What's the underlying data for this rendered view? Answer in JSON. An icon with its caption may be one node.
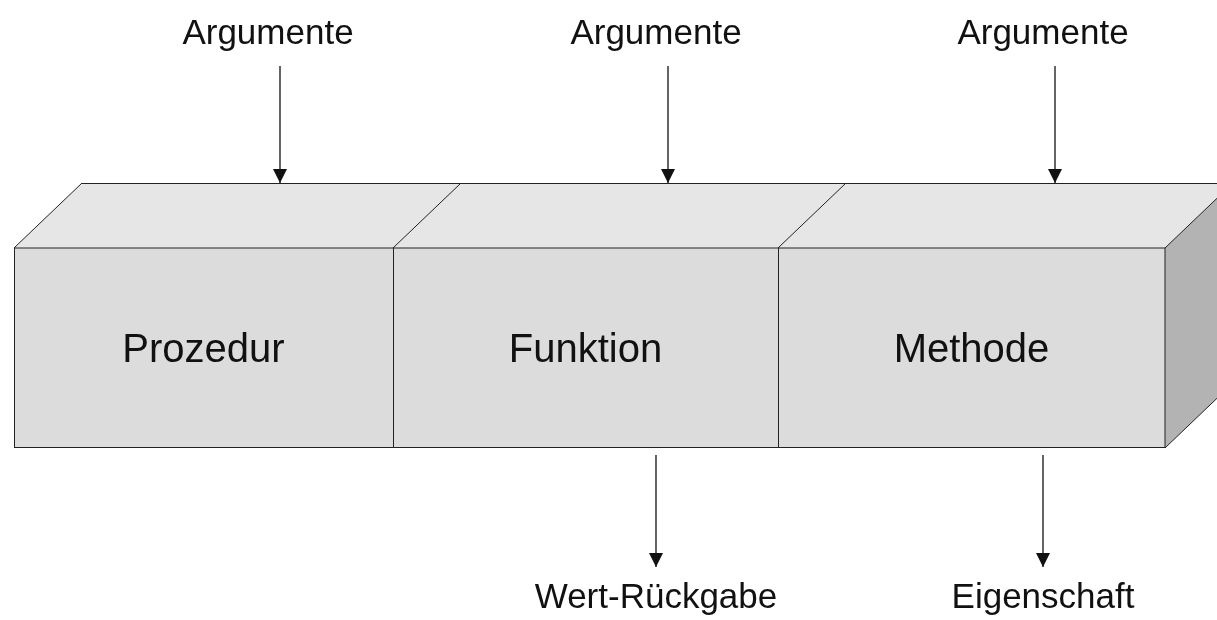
{
  "diagram": {
    "nodes": [
      {
        "text": [
          "Argumente"
        ]
      },
      {
        "text": [
          "Argumente"
        ]
      },
      {
        "text": [
          "Argumente"
        ]
      },
      {
        "text": [
          "Prozedur"
        ]
      },
      {
        "text": [
          "Funktion"
        ]
      },
      {
        "text": [
          "Methode"
        ]
      },
      {
        "text": [
          "Wert-Rückgabe"
        ]
      },
      {
        "text": [
          "Eigenschaft"
        ]
      }
    ],
    "edges": [
      {
        "from": 0,
        "to": 3,
        "arrow": "to"
      },
      {
        "from": 1,
        "to": 4,
        "arrow": "to"
      },
      {
        "from": 2,
        "to": 5,
        "arrow": "to"
      },
      {
        "from": 4,
        "to": 6,
        "arrow": "to"
      },
      {
        "from": 5,
        "to": 7,
        "arrow": "to"
      }
    ]
  }
}
